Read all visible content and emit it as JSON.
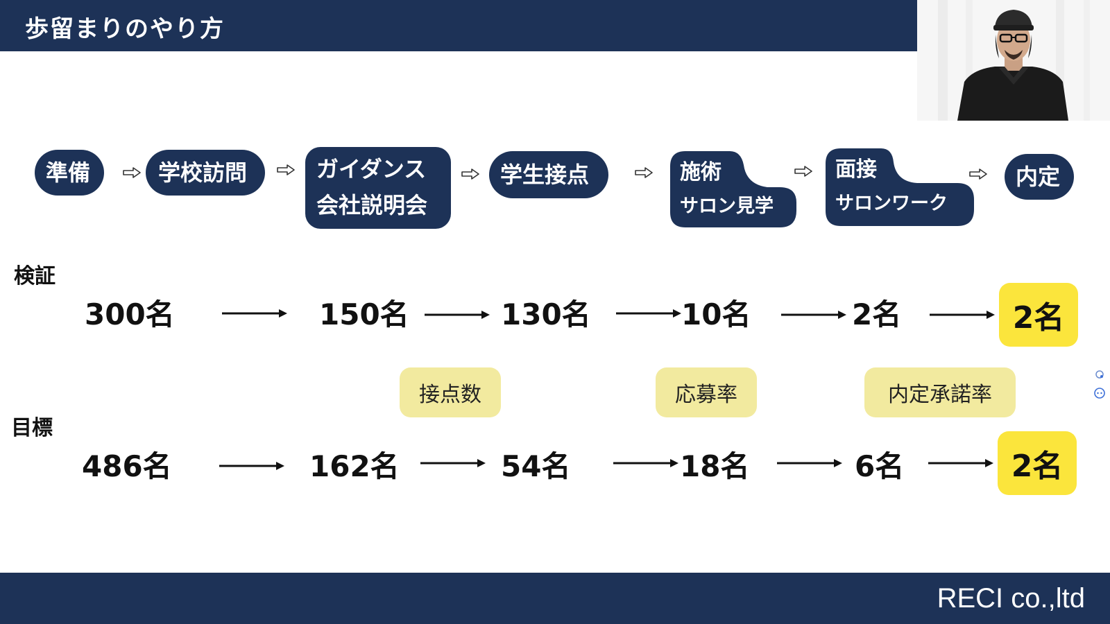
{
  "title": "歩留まりのやり方",
  "footer": "RECI co.,ltd",
  "stages": [
    {
      "lines": [
        "準備"
      ]
    },
    {
      "lines": [
        "学校訪問"
      ]
    },
    {
      "lines": [
        "ガイダンス",
        "会社説明会"
      ]
    },
    {
      "lines": [
        "学生接点"
      ]
    },
    {
      "lines": [
        "施術",
        "サロン見学"
      ]
    },
    {
      "lines": [
        "面接",
        "サロンワーク"
      ]
    },
    {
      "lines": [
        "内定"
      ]
    }
  ],
  "verification": {
    "label": "検証",
    "values": [
      "300名",
      "150名",
      "130名",
      "10名",
      "2名",
      "2名"
    ]
  },
  "rates": [
    "接点数",
    "応募率",
    "内定承諾率"
  ],
  "target": {
    "label": "目標",
    "values": [
      "486名",
      "162名",
      "54名",
      "18名",
      "6名",
      "2名"
    ]
  },
  "colors": {
    "navy": "#1d3257",
    "highlight": "#fbe53c",
    "badge": "#f2ea9f"
  }
}
